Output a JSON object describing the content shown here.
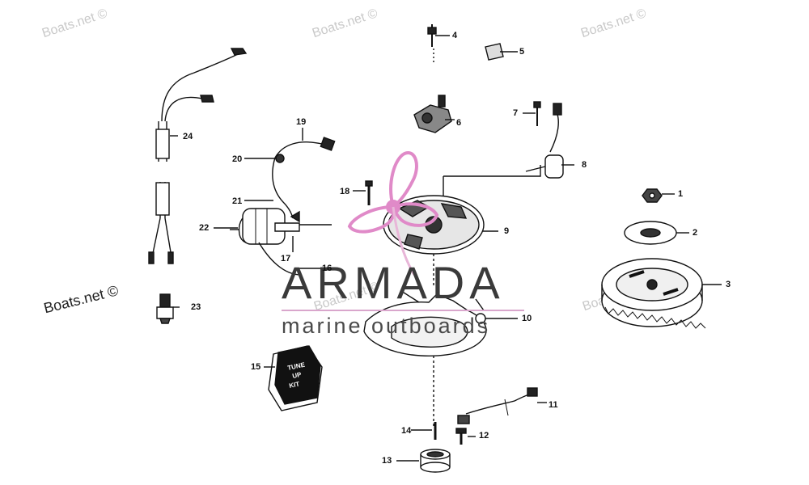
{
  "watermark": {
    "text": "Boats.net ©"
  },
  "logo": {
    "name": "ARMADA",
    "tagline": "marine outboards",
    "accent_color": "#e08ac8"
  },
  "kit_label": {
    "line1": "TUNE",
    "line2": "UP",
    "line3": "KIT"
  },
  "callouts": [
    "1",
    "2",
    "3",
    "4",
    "5",
    "6",
    "7",
    "8",
    "9",
    "10",
    "11",
    "12",
    "13",
    "14",
    "15",
    "16",
    "17",
    "18",
    "19",
    "20",
    "21",
    "22",
    "23",
    "24"
  ]
}
